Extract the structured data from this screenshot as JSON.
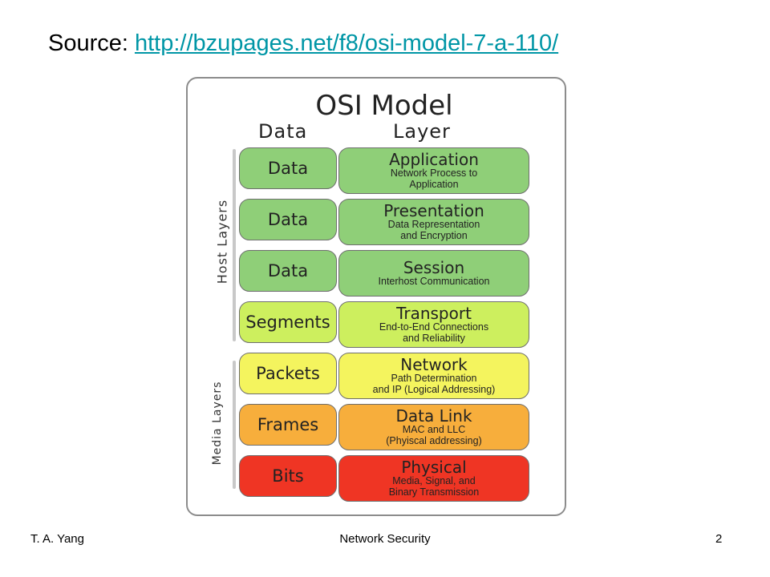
{
  "source": {
    "label": "Source:",
    "url": "http://bzupages.net/f8/osi-model-7-a-110/"
  },
  "diagram": {
    "title": "OSI Model",
    "data_header": "Data",
    "layer_header": "Layer",
    "host_label": "Host Layers",
    "media_label": "Media Layers",
    "rows": [
      {
        "data": "Data",
        "layer": "Application",
        "desc1": "Network Process to",
        "desc2": "Application",
        "color": "#8fcf78"
      },
      {
        "data": "Data",
        "layer": "Presentation",
        "desc1": "Data Representation",
        "desc2": "and Encryption",
        "color": "#8fcf78"
      },
      {
        "data": "Data",
        "layer": "Session",
        "desc1": "Interhost Communication",
        "desc2": "",
        "color": "#8fcf78"
      },
      {
        "data": "Segments",
        "layer": "Transport",
        "desc1": "End-to-End Connections",
        "desc2": "and Reliability",
        "color": "#cdef5e"
      },
      {
        "data": "Packets",
        "layer": "Network",
        "desc1": "Path Determination",
        "desc2": "and IP (Logical Addressing)",
        "color": "#f4f45e"
      },
      {
        "data": "Frames",
        "layer": "Data Link",
        "desc1": "MAC and LLC",
        "desc2": "(Phyiscal addressing)",
        "color": "#f7ae3c"
      },
      {
        "data": "Bits",
        "layer": "Physical",
        "desc1": "Media, Signal, and",
        "desc2": "Binary Transmission",
        "color": "#ef3524"
      }
    ]
  },
  "footer": {
    "author": "T. A. Yang",
    "course": "Network Security",
    "page": "2"
  }
}
